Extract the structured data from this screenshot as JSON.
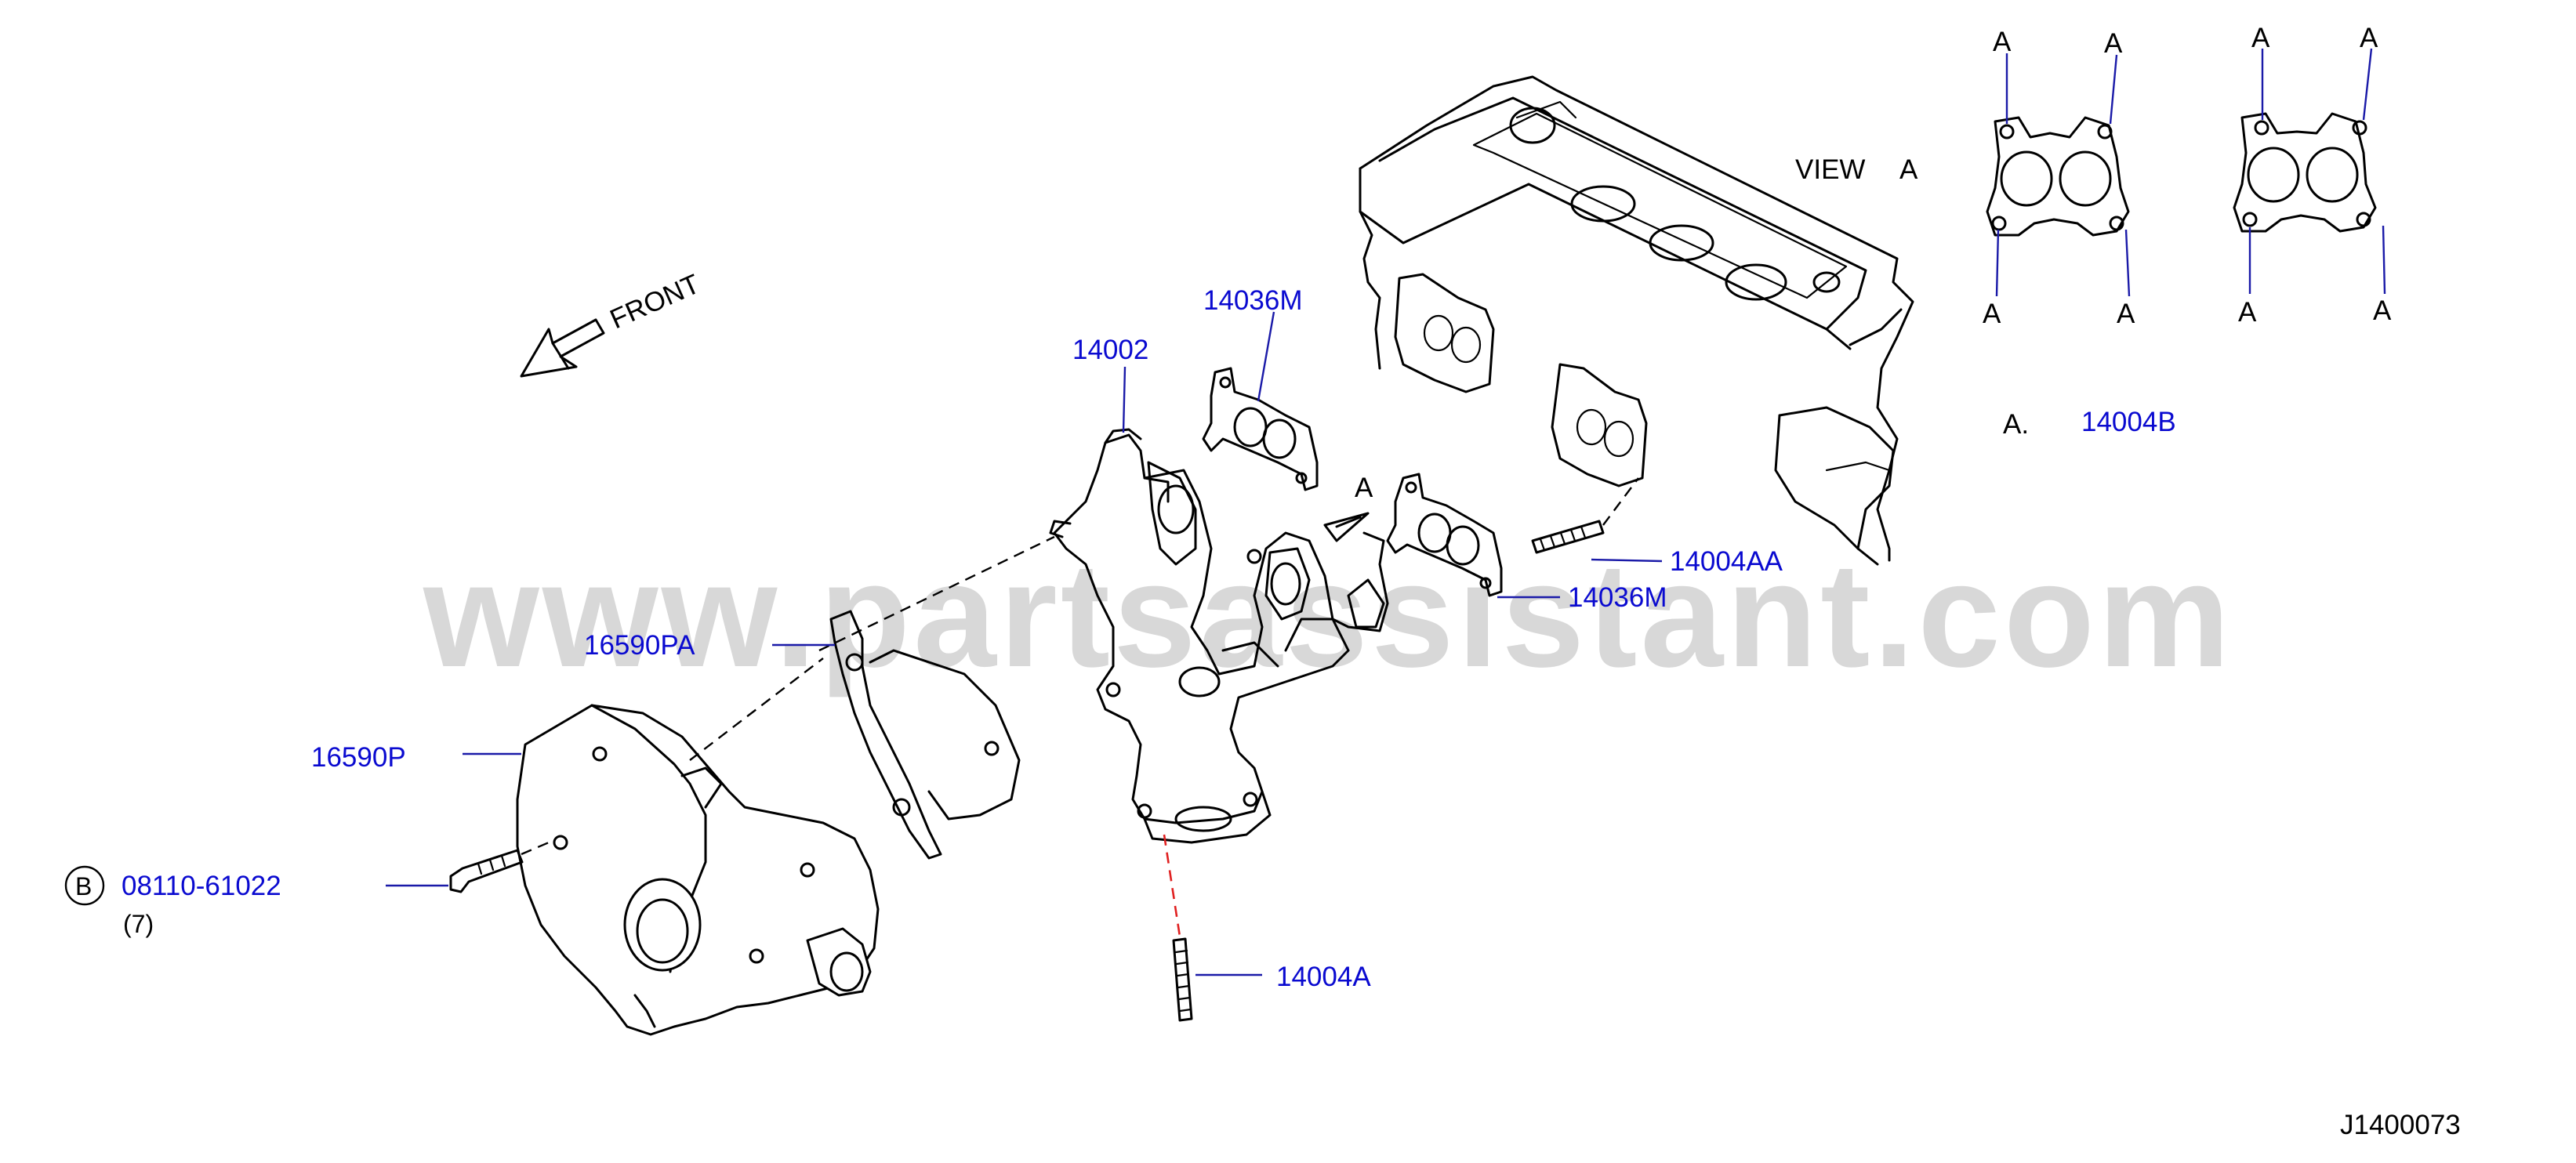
{
  "watermark": "www.partsassistant.com",
  "diagram_id": "J1400073",
  "front_label": "FRONT",
  "view_label": "VIEW",
  "view_letter": "A",
  "arrow_label": "A",
  "point_label": "A",
  "legend": {
    "key": "A.",
    "part": "14004B"
  },
  "bolt": {
    "circle_letter": "B",
    "part": "08110-61022",
    "qty": "(7)"
  },
  "parts": {
    "p14036M_top": "14036M",
    "p14002": "14002",
    "p14004AA": "14004AA",
    "p14036M_mid": "14036M",
    "p16590PA": "16590PA",
    "p16590P": "16590P",
    "p14004A": "14004A"
  }
}
